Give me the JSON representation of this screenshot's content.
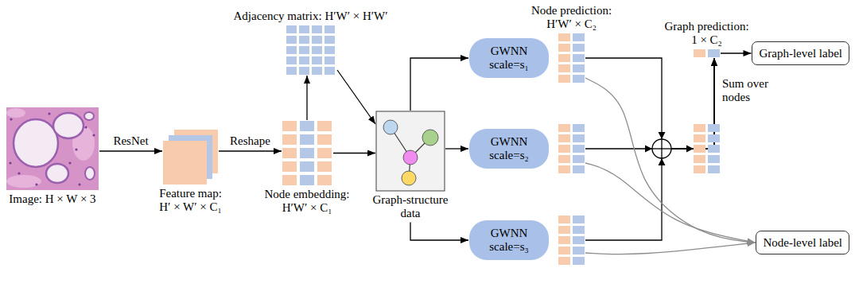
{
  "diagram": {
    "nodes": [
      {
        "text": [
          "Image: H × W × 3"
        ]
      },
      {
        "text": [
          "Feature map: H′ × W′ × C₁"
        ]
      },
      {
        "text": [
          "Node embedding: H′W′ × C₁"
        ]
      },
      {
        "text": [
          "Adjacency matrix: H′W′ × H′W′"
        ]
      },
      {
        "text": [
          "Graph-structure data"
        ]
      },
      {
        "text": [
          "GWNN scale=s₁"
        ]
      },
      {
        "text": [
          "GWNN scale=s₂"
        ]
      },
      {
        "text": [
          "GWNN scale=s₃"
        ]
      },
      {
        "text": [
          "Node prediction: H′W′ × C₂"
        ]
      },
      {
        "text": [
          "Graph prediction: 1 × C₂"
        ]
      },
      {
        "text": [
          "Graph-level label"
        ]
      },
      {
        "text": [
          "Node-level label"
        ]
      }
    ],
    "edges": [
      {
        "from": 0,
        "to": 1,
        "arrow": "to",
        "label": "ResNet"
      },
      {
        "from": 1,
        "to": 2,
        "arrow": "to",
        "label": "Reshape"
      },
      {
        "from": 2,
        "to": 3,
        "arrow": "to"
      },
      {
        "from": 2,
        "to": 4,
        "arrow": "to"
      },
      {
        "from": 3,
        "to": 4,
        "arrow": "to"
      },
      {
        "from": 4,
        "to": 5,
        "arrow": "to"
      },
      {
        "from": 4,
        "to": 6,
        "arrow": "to"
      },
      {
        "from": 4,
        "to": 7,
        "arrow": "to"
      },
      {
        "from": 8,
        "to": 9,
        "arrow": "to"
      },
      {
        "from": 6,
        "to": 9,
        "arrow": "to",
        "label": "Sum over nodes"
      },
      {
        "from": 7,
        "to": 9,
        "arrow": "to"
      },
      {
        "from": 9,
        "to": 10,
        "arrow": "to"
      },
      {
        "from": 8,
        "to": 11,
        "arrow": "to"
      },
      {
        "from": 6,
        "to": 11,
        "arrow": "to"
      },
      {
        "from": 7,
        "to": 11,
        "arrow": "to"
      }
    ]
  }
}
